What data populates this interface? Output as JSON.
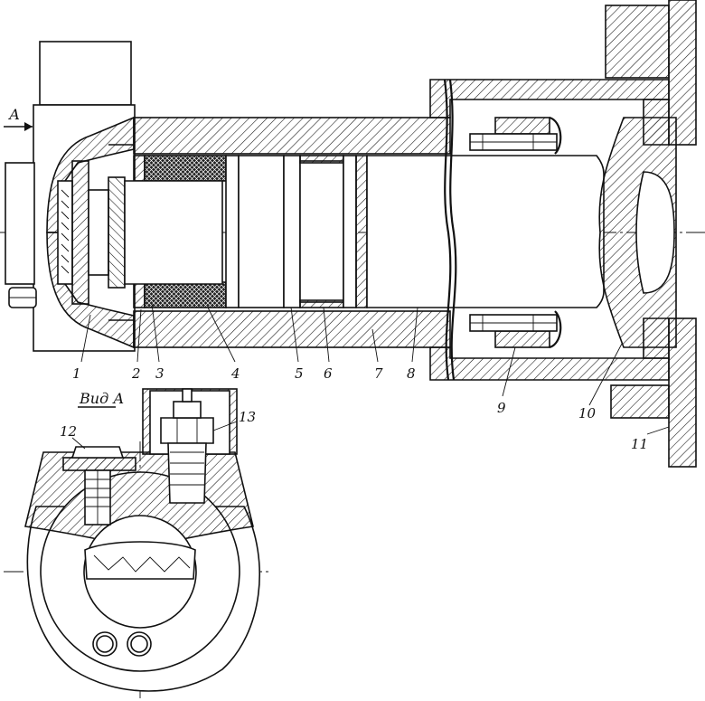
{
  "view_title": "Вид А",
  "view_arrow_label": "А",
  "callouts": [
    "1",
    "2",
    "3",
    "4",
    "5",
    "6",
    "7",
    "8",
    "9",
    "10",
    "11",
    "12",
    "13"
  ],
  "colors": {
    "ink": "#111111",
    "paper": "#ffffff"
  }
}
